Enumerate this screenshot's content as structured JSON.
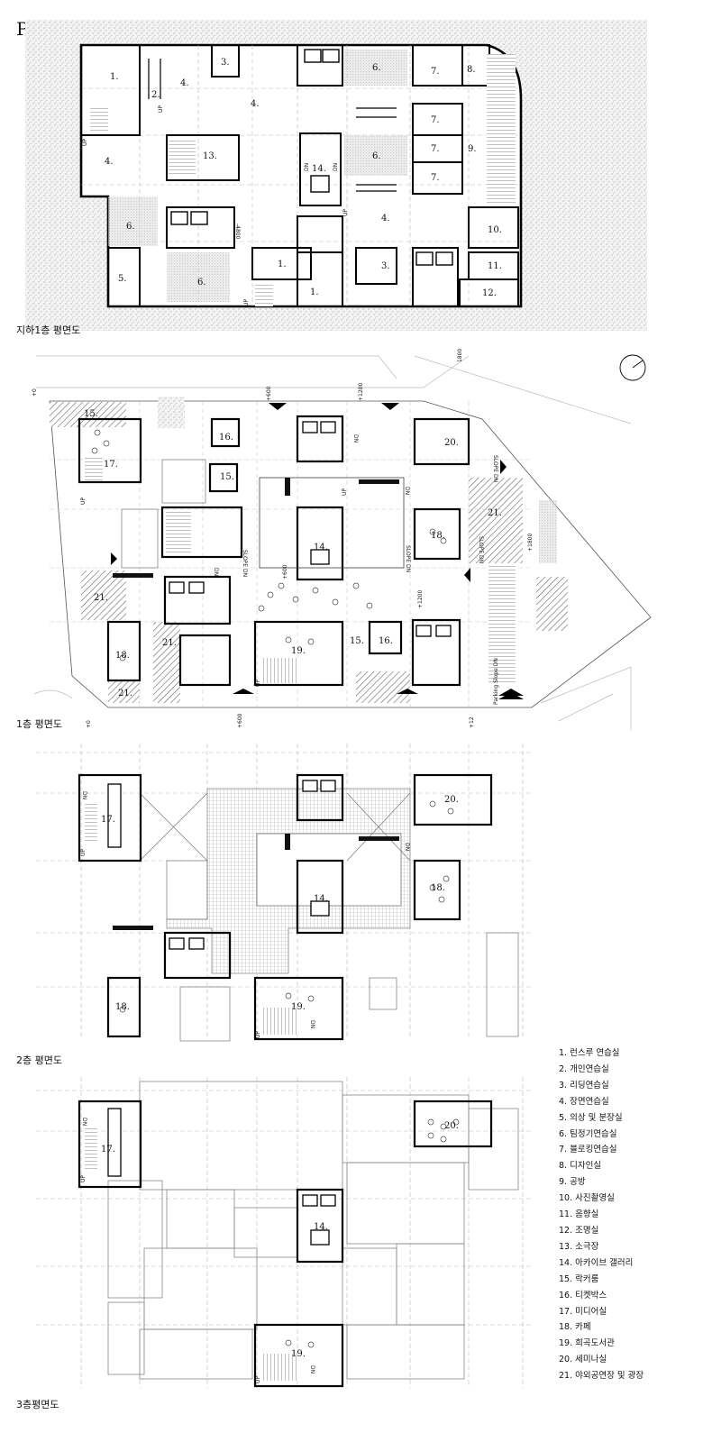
{
  "title": "Plan",
  "floors": {
    "b1": {
      "caption": "지하1층 평면도",
      "labels": {
        "r1a": "1.",
        "r2": "2.",
        "r3a": "3.",
        "r4a": "4.",
        "r4b": "4.",
        "r4c": "4.",
        "r4d": "4.",
        "r5": "5.",
        "r6a": "6.",
        "r6b": "6.",
        "r6c": "6.",
        "r6d": "6.",
        "r7a": "7.",
        "r7b": "7.",
        "r7c": "7.",
        "r7d": "7.",
        "r8": "8.",
        "r9": "9.",
        "r10": "10.",
        "r11": "11.",
        "r12": "12.",
        "r13": "13.",
        "r14": "14.",
        "r1b": "1.",
        "r1c": "1.",
        "r3b": "3."
      },
      "small": {
        "up1": "UP",
        "up2": "UP",
        "up3": "UP",
        "up4": "UP",
        "dn1": "DN",
        "dn2": "DN",
        "lvl": "-4800"
      }
    },
    "f1": {
      "caption": "1층 평면도",
      "labels": {
        "r15a": "15.",
        "r15b": "15.",
        "r15c": "15.",
        "r16a": "16.",
        "r16b": "16.",
        "r17": "17.",
        "r18a": "18.",
        "r18b": "18.",
        "r19": "19.",
        "r20": "20.",
        "r21a": "21.",
        "r21b": "21.",
        "r21c": "21.",
        "r21d": "21.",
        "r14": "14."
      },
      "small": {
        "p0a": "+0",
        "p0b": "+0",
        "p600a": "+600",
        "p600b": "+600",
        "p600c": "+600",
        "p1200a": "+1200",
        "p1200b": "+1200",
        "p1800a": "1800",
        "p1800b": "+1800",
        "p12": "+12",
        "slope1": "SLOPE DN",
        "slope2": "SLOPE DN",
        "slope3": "SLOPE DN",
        "slope4": "SLOPE DN",
        "parking": "Parking Slope DN",
        "dn1": "DN",
        "dn2": "DN",
        "dn3": "DN",
        "up1": "UP",
        "up2": "UP",
        "up3": "UP"
      }
    },
    "f2": {
      "caption": "2층 평면도",
      "labels": {
        "r17": "17.",
        "r14": "14.",
        "r18a": "18.",
        "r18b": "18.",
        "r19": "19.",
        "r20": "20."
      },
      "small": {
        "dn1": "DN",
        "dn2": "DN",
        "dn3": "DN",
        "up1": "UP",
        "up2": "UP"
      }
    },
    "f3": {
      "caption": "3층평면도",
      "labels": {
        "r17": "17.",
        "r14": "14.",
        "r19": "19.",
        "r20": "20."
      },
      "small": {
        "dn1": "DN",
        "dn2": "DN",
        "up1": "UP",
        "up2": "UP"
      }
    }
  },
  "legend": [
    "1. 런스루 연습실",
    "2. 개인연습실",
    "3. 리딩연습실",
    "4. 장면연습실",
    "5. 의상 및 분장실",
    "6. 팀정기연습실",
    "7. 블로킹연습실",
    "8. 디자인실",
    "9. 공방",
    "10. 사진촬영실",
    "11. 음향실",
    "12. 조명실",
    "13. 소극장",
    "14. 아카이브 갤러리",
    "15. 락커룸",
    "16. 티켓박스",
    "17. 미디어실",
    "18. 카페",
    "19. 희곡도서관",
    "20. 세미나실",
    "21. 야외공연장 및 광장"
  ]
}
